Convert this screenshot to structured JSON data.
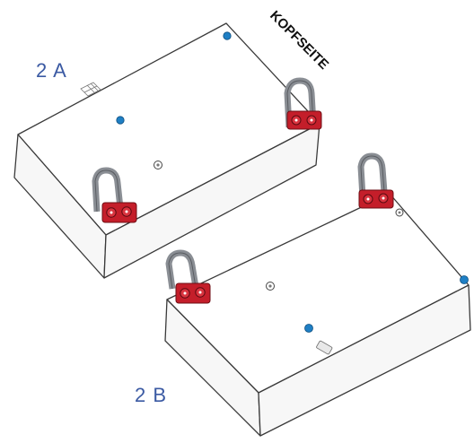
{
  "labels": {
    "unit_a": "2 A",
    "unit_b": "2 B",
    "head_side": "KOPFSEITE"
  },
  "colors": {
    "label_blue": "#3b5aa3",
    "terminal_red": "#c41e2a",
    "marker_blue": "#1f7fc4",
    "handle_grey": "#8a8e94"
  },
  "icons": {
    "terminal": "red-double-terminal-icon",
    "marker": "blue-dot-icon",
    "screw": "grey-screw-icon",
    "handle": "metal-handle-icon"
  }
}
